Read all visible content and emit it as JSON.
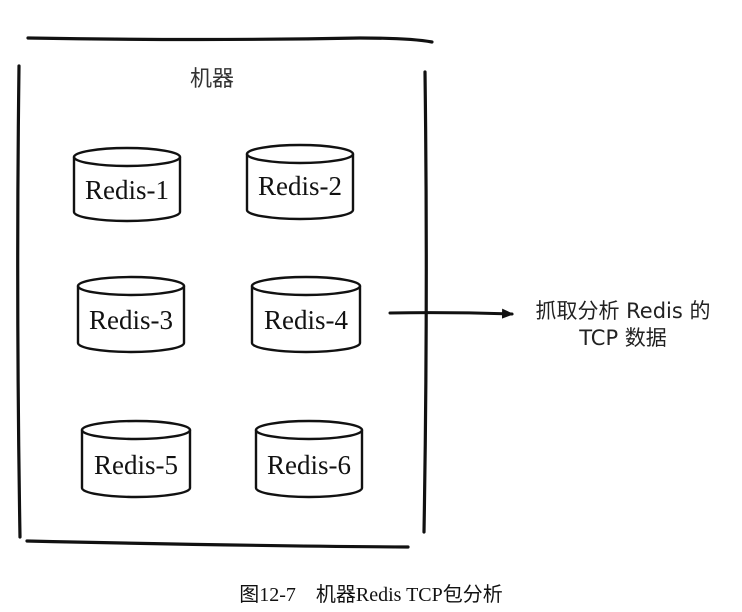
{
  "machine": {
    "label": "机器"
  },
  "nodes": [
    {
      "label": "Redis-1"
    },
    {
      "label": "Redis-2"
    },
    {
      "label": "Redis-3"
    },
    {
      "label": "Redis-4"
    },
    {
      "label": "Redis-5"
    },
    {
      "label": "Redis-6"
    }
  ],
  "annotation": {
    "line1": "抓取分析 Redis 的",
    "line2": "TCP 数据"
  },
  "caption": "图12-7　机器Redis TCP包分析"
}
